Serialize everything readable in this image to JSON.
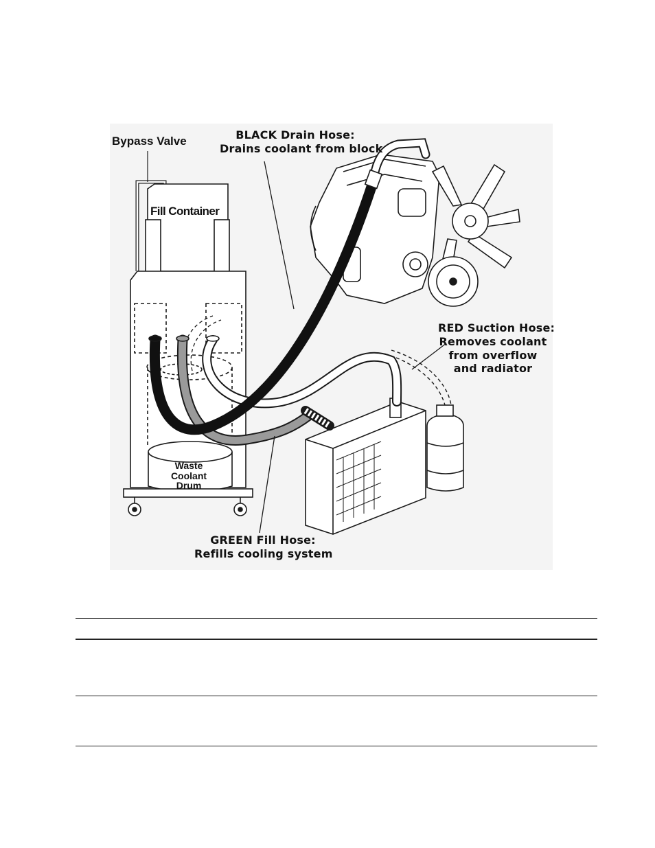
{
  "diagram": {
    "labels": {
      "bypass_valve": "Bypass Valve",
      "black_hose_1": "BLACK Drain Hose:",
      "black_hose_2": "Drains coolant from block",
      "fill_container": "Fill Container",
      "red_hose_1": "RED Suction Hose:",
      "red_hose_2": "Removes coolant",
      "red_hose_3": "from overflow",
      "red_hose_4": "and radiator",
      "waste_1": "Waste",
      "waste_2": "Coolant",
      "waste_3": "Drum",
      "green_hose_1": "GREEN Fill Hose:",
      "green_hose_2": "Refills cooling system"
    },
    "colors": {
      "black_hose": "#111111",
      "green_hose": "#9a9a9a",
      "red_hose": "#ffffff",
      "line": "#1a1a1a"
    }
  }
}
